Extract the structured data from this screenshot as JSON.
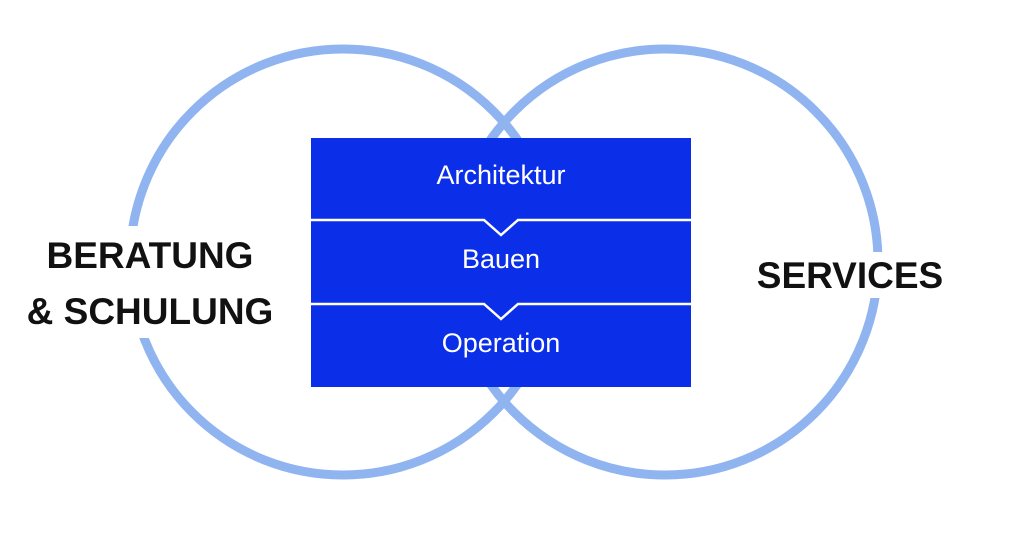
{
  "left_label": {
    "line1": "BERATUNG",
    "line2": "& SCHULUNG"
  },
  "right_label": "SERVICES",
  "stack": [
    "Architektur",
    "Bauen",
    "Operation"
  ],
  "colors": {
    "ring": "#8fb4f0",
    "box": "#0b2ee8",
    "text_on_box": "#ffffff",
    "label": "#111111"
  }
}
